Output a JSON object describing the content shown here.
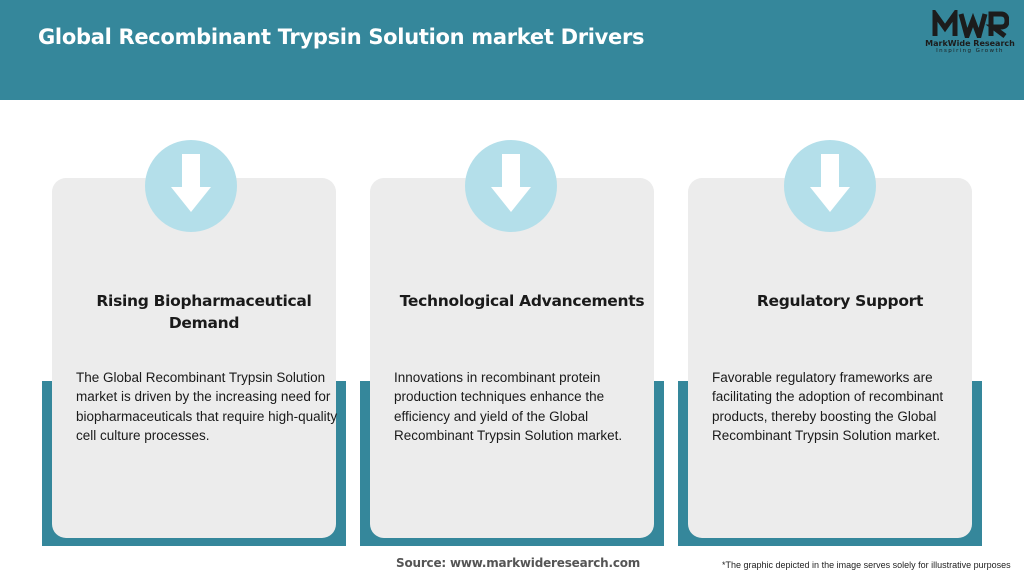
{
  "header": {
    "title": "Global Recombinant Trypsin Solution market Drivers",
    "background_color": "#35879b"
  },
  "logo": {
    "mark": "MWR",
    "name": "MarkWide Research",
    "tagline": "Inspiring Growth"
  },
  "cards": [
    {
      "icon": "arrow-down-icon",
      "title": "Rising Biopharmaceutical Demand",
      "body": "The Global Recombinant Trypsin Solution market is driven by the increasing need for biopharmaceuticals that require high-quality cell culture processes."
    },
    {
      "icon": "arrow-down-icon",
      "title": "Technological Advancements",
      "body": "Innovations in recombinant protein production techniques enhance the efficiency and yield of the Global Recombinant Trypsin Solution market."
    },
    {
      "icon": "arrow-down-icon",
      "title": "Regulatory Support",
      "body": "Favorable regulatory frameworks are facilitating the adoption of recombinant products, thereby boosting the Global Recombinant Trypsin Solution market."
    }
  ],
  "colors": {
    "accent": "#35879b",
    "card_background": "#ececec",
    "icon_circle": "#b4dfea"
  },
  "footer": {
    "source": "Source: www.markwideresearch.com",
    "disclaimer": "*The graphic depicted in the image serves solely for illustrative purposes"
  }
}
